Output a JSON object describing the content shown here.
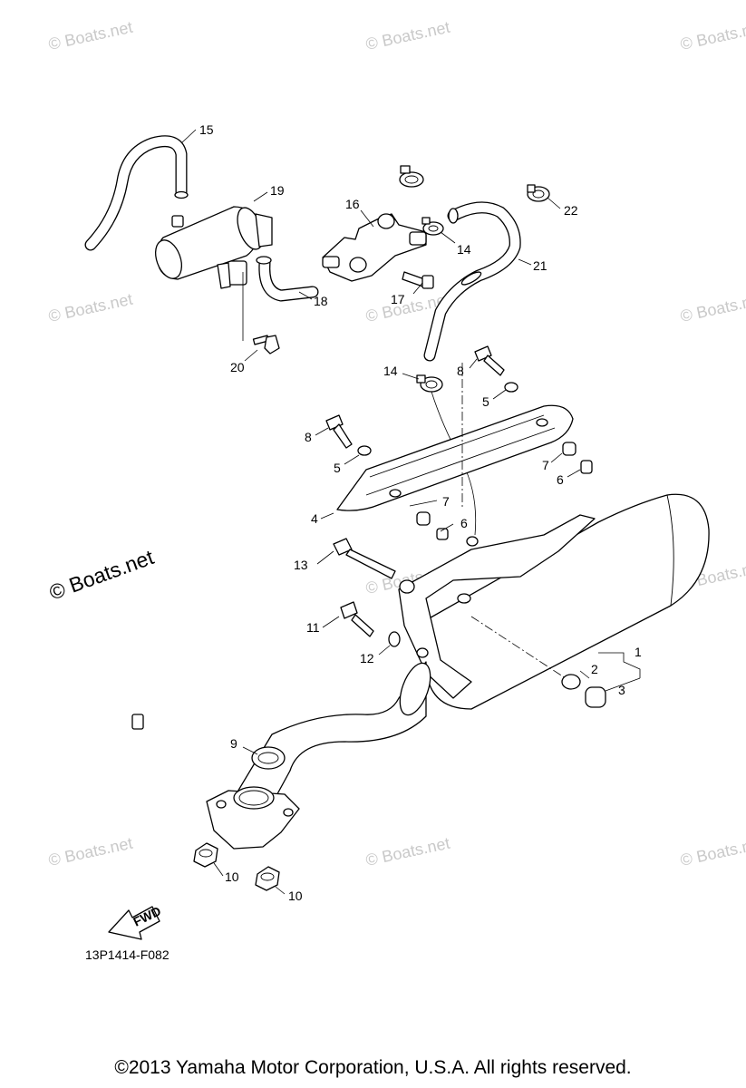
{
  "watermark": {
    "text": "© Boats.net",
    "big_text": "© Boats.net"
  },
  "diagram_code": "13P1414-F082",
  "fwd_label": "FWD",
  "copyright": "©2013 Yamaha Motor Corporation, U.S.A. All rights reserved.",
  "callouts": [
    {
      "id": "c15",
      "label": "15"
    },
    {
      "id": "c19",
      "label": "19"
    },
    {
      "id": "c16",
      "label": "16"
    },
    {
      "id": "c14a",
      "label": "14"
    },
    {
      "id": "c22",
      "label": "22"
    },
    {
      "id": "c21",
      "label": "21"
    },
    {
      "id": "c17",
      "label": "17"
    },
    {
      "id": "c18",
      "label": "18"
    },
    {
      "id": "c20",
      "label": "20"
    },
    {
      "id": "c14b",
      "label": "14"
    },
    {
      "id": "c8a",
      "label": "8"
    },
    {
      "id": "c5a",
      "label": "5"
    },
    {
      "id": "c8b",
      "label": "8"
    },
    {
      "id": "c5b",
      "label": "5"
    },
    {
      "id": "c7a",
      "label": "7"
    },
    {
      "id": "c6a",
      "label": "6"
    },
    {
      "id": "c4",
      "label": "4"
    },
    {
      "id": "c7b",
      "label": "7"
    },
    {
      "id": "c6b",
      "label": "6"
    },
    {
      "id": "c13",
      "label": "13"
    },
    {
      "id": "c11",
      "label": "11"
    },
    {
      "id": "c12",
      "label": "12"
    },
    {
      "id": "c1",
      "label": "1"
    },
    {
      "id": "c2",
      "label": "2"
    },
    {
      "id": "c3",
      "label": "3"
    },
    {
      "id": "c9",
      "label": "9"
    },
    {
      "id": "c10a",
      "label": "10"
    },
    {
      "id": "c10b",
      "label": "10"
    }
  ]
}
